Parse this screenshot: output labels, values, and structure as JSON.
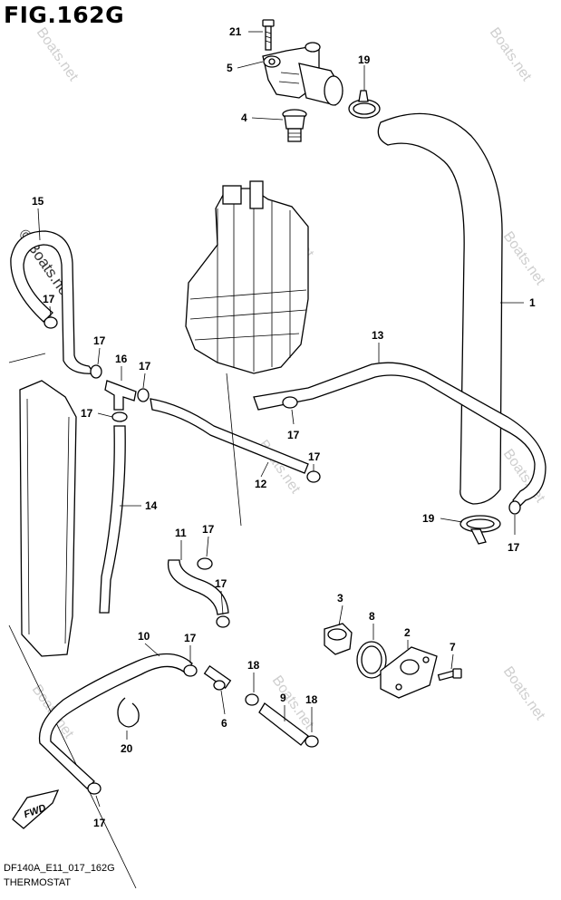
{
  "figure": {
    "title": "FIG.162G",
    "code": "DF140A_E11_017_162G",
    "caption": "THERMOSTAT",
    "fwd_label": "FWD"
  },
  "watermark": {
    "text": "Boats.net",
    "copyright_text": "© Boats.net"
  },
  "callouts": [
    {
      "id": "c1",
      "label": "1"
    },
    {
      "id": "c2",
      "label": "2"
    },
    {
      "id": "c3",
      "label": "3"
    },
    {
      "id": "c4",
      "label": "4"
    },
    {
      "id": "c5",
      "label": "5"
    },
    {
      "id": "c6",
      "label": "6"
    },
    {
      "id": "c7",
      "label": "7"
    },
    {
      "id": "c8",
      "label": "8"
    },
    {
      "id": "c9",
      "label": "9"
    },
    {
      "id": "c10",
      "label": "10"
    },
    {
      "id": "c11",
      "label": "11"
    },
    {
      "id": "c12",
      "label": "12"
    },
    {
      "id": "c13",
      "label": "13"
    },
    {
      "id": "c14",
      "label": "14"
    },
    {
      "id": "c15",
      "label": "15"
    },
    {
      "id": "c16",
      "label": "16"
    },
    {
      "id": "c17a",
      "label": "17"
    },
    {
      "id": "c17b",
      "label": "17"
    },
    {
      "id": "c17c",
      "label": "17"
    },
    {
      "id": "c17d",
      "label": "17"
    },
    {
      "id": "c17e",
      "label": "17"
    },
    {
      "id": "c17f",
      "label": "17"
    },
    {
      "id": "c17g",
      "label": "17"
    },
    {
      "id": "c17h",
      "label": "17"
    },
    {
      "id": "c17i",
      "label": "17"
    },
    {
      "id": "c17j",
      "label": "17"
    },
    {
      "id": "c17k",
      "label": "17"
    },
    {
      "id": "c18a",
      "label": "18"
    },
    {
      "id": "c18b",
      "label": "18"
    },
    {
      "id": "c19a",
      "label": "19"
    },
    {
      "id": "c19b",
      "label": "19"
    },
    {
      "id": "c20",
      "label": "20"
    },
    {
      "id": "c21",
      "label": "21"
    }
  ]
}
